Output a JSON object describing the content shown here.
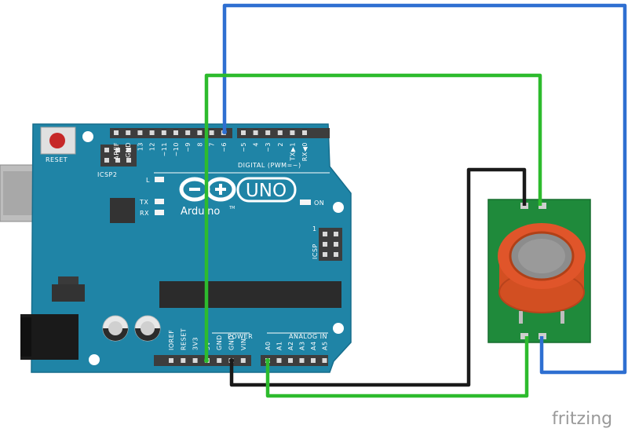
{
  "board": {
    "reset_label": "RESET",
    "icsp2_label": "ICSP2",
    "icsp_label": "ICSP",
    "icsp_pin1": "1",
    "digital_label": "DIGITAL (PWM=~)",
    "digital_pins": [
      "AREF",
      "GND",
      "13",
      "12",
      "~11",
      "~10",
      "~9",
      "8",
      "7",
      "~6",
      "~5",
      "4",
      "~3",
      "2",
      "TX▶1",
      "RX◀0"
    ],
    "led_l": "L",
    "led_tx": "TX",
    "led_rx": "RX",
    "led_on": "ON",
    "logo_text": "Arduino",
    "tm": "TM",
    "model": "UNO",
    "power_label": "POWER",
    "power_pins": [
      "IOREF",
      "RESET",
      "3V3",
      "5V",
      "GND",
      "GND",
      "VIN"
    ],
    "analog_label": "ANALOG IN",
    "analog_pins": [
      "A0",
      "A1",
      "A2",
      "A3",
      "A4",
      "A5"
    ]
  },
  "wires": {
    "colors": {
      "blue": "#2e6fd1",
      "green": "#2dbb2d",
      "black": "#1a1a1a"
    }
  },
  "colors": {
    "board": "#1f84a6",
    "header": "#4a4a4a",
    "sensor_pcb": "#1f8a3b",
    "sensor_cap": "#e0552a",
    "sensor_mesh": "#8c8c8c"
  },
  "watermark": "fritzing"
}
